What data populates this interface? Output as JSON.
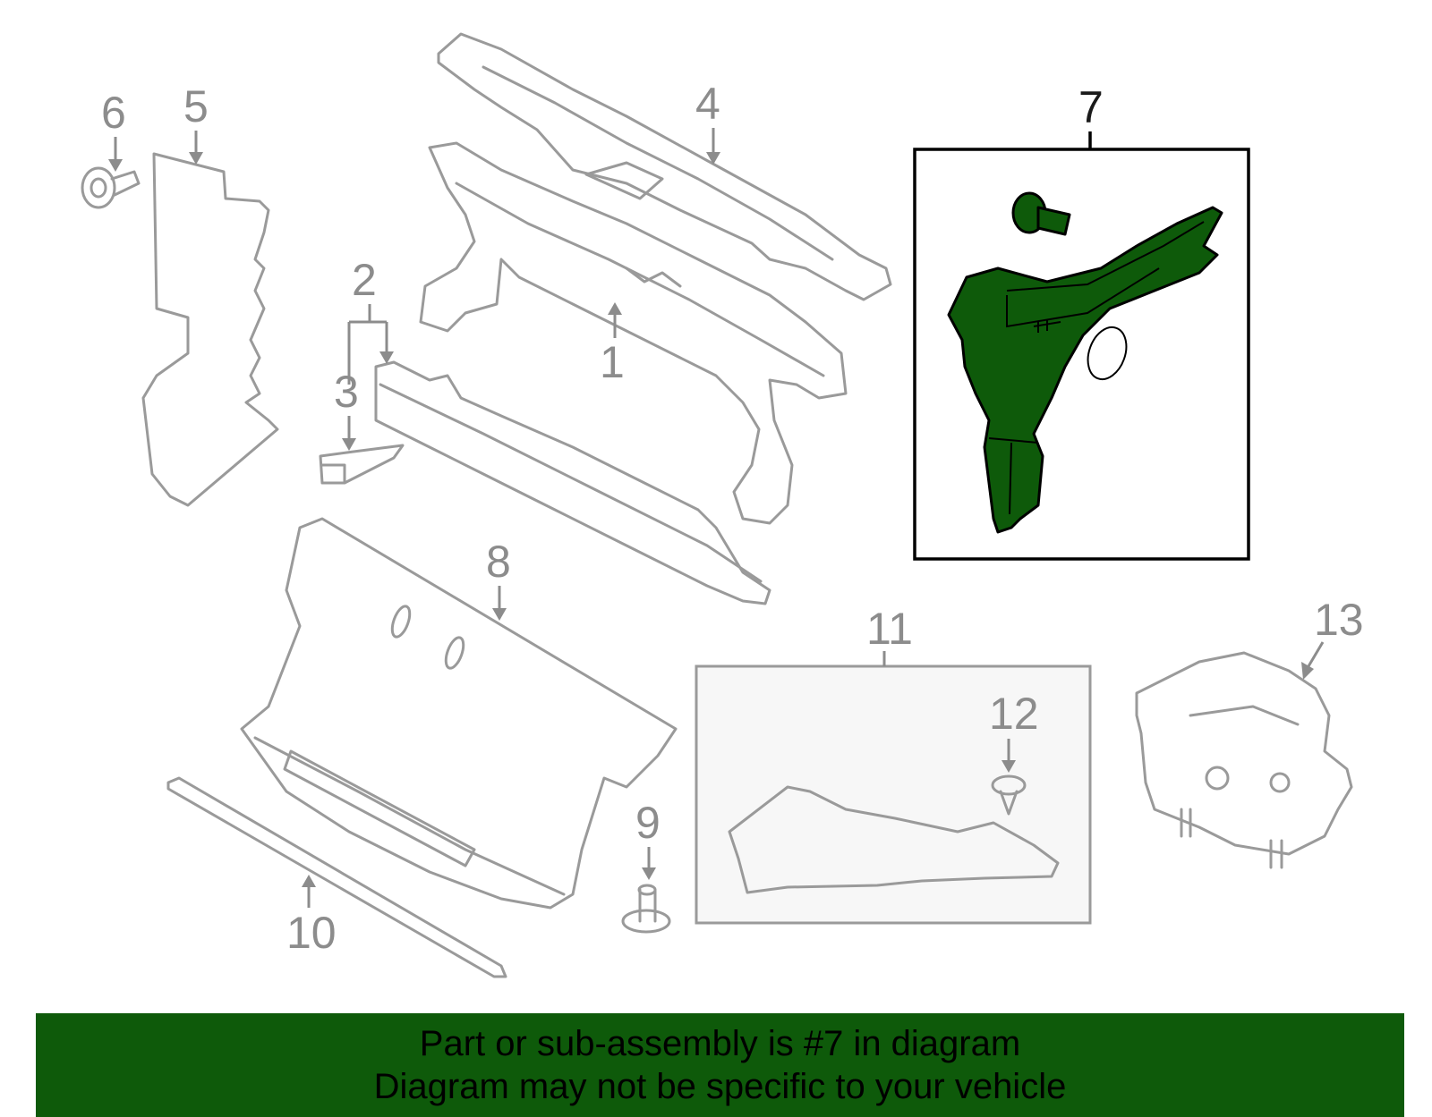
{
  "callouts": {
    "c1": "1",
    "c2": "2",
    "c3": "3",
    "c4": "4",
    "c5": "5",
    "c6": "6",
    "c7": "7",
    "c8": "8",
    "c9": "9",
    "c10": "10",
    "c11": "11",
    "c12": "12",
    "c13": "13"
  },
  "highlight": {
    "part": "7",
    "color": "#0e5a0a"
  },
  "banner": {
    "line1": "Part or sub-assembly is #7 in diagram",
    "line2": "Diagram may not be specific to your vehicle",
    "color": "#0e5a0a"
  }
}
